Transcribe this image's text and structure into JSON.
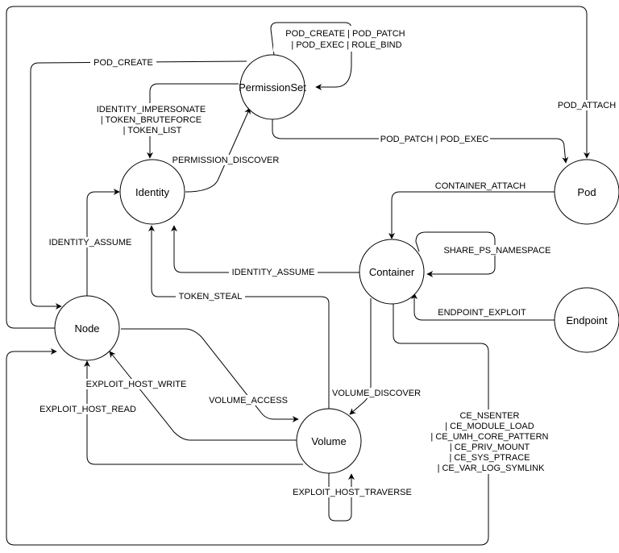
{
  "diagram": {
    "nodes": {
      "permissionset": "PermissionSet",
      "identity": "Identity",
      "pod": "Pod",
      "container": "Container",
      "node": "Node",
      "endpoint": "Endpoint",
      "volume": "Volume"
    },
    "edges": {
      "permissionset_self": [
        "POD_CREATE | POD_PATCH",
        "| POD_EXEC | ROLE_BIND"
      ],
      "permissionset_to_node": [
        "POD_CREATE"
      ],
      "permissionset_to_identity": [
        "IDENTITY_IMPERSONATE",
        "| TOKEN_BRUTEFORCE",
        "| TOKEN_LIST"
      ],
      "identity_to_permissionset": [
        "PERMISSION_DISCOVER"
      ],
      "permissionset_to_pod": [
        "POD_PATCH | POD_EXEC"
      ],
      "node_to_pod": [
        "POD_ATTACH"
      ],
      "pod_to_container": [
        "CONTAINER_ATTACH"
      ],
      "container_self": [
        "SHARE_PS_NAMESPACE"
      ],
      "endpoint_to_container": [
        "ENDPOINT_EXPLOIT"
      ],
      "container_to_identity": [
        "IDENTITY_ASSUME"
      ],
      "node_to_identity": [
        "IDENTITY_ASSUME"
      ],
      "volume_to_identity": [
        "TOKEN_STEAL"
      ],
      "container_to_volume": [
        "VOLUME_DISCOVER"
      ],
      "node_to_volume": [
        "VOLUME_ACCESS"
      ],
      "volume_to_node_write": [
        "EXPLOIT_HOST_WRITE"
      ],
      "volume_to_node_read": [
        "EXPLOIT_HOST_READ"
      ],
      "volume_self": [
        "EXPLOIT_HOST_TRAVERSE"
      ],
      "container_to_node": [
        "CE_NSENTER",
        "| CE_MODULE_LOAD",
        "| CE_UMH_CORE_PATTERN",
        "| CE_PRIV_MOUNT",
        "| CE_SYS_PTRACE",
        "| CE_VAR_LOG_SYMLINK"
      ]
    }
  }
}
